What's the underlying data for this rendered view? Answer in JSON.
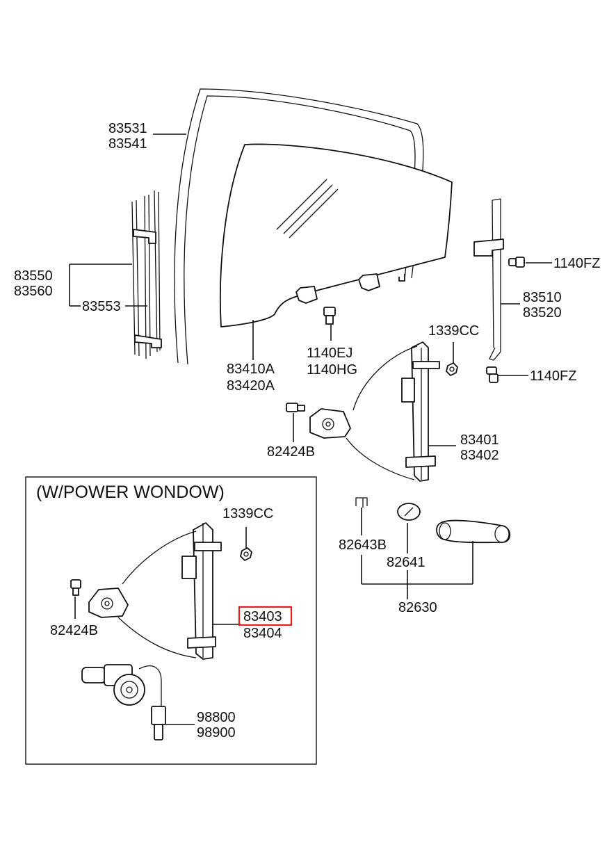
{
  "diagram": {
    "box_title": "(W/POWER WONDOW)",
    "highlight_color": "#e02020",
    "labels": {
      "p83531": "83531",
      "p83541": "83541",
      "p83550": "83550",
      "p83560": "83560",
      "p83553": "83553",
      "p83410A": "83410A",
      "p83420A": "83420A",
      "p1140EJ": "1140EJ",
      "p1140HG": "1140HG",
      "p1140FZ_top": "1140FZ",
      "p83510": "83510",
      "p83520": "83520",
      "p1339CC_top": "1339CC",
      "p1140FZ_bottom": "1140FZ",
      "p83401": "83401",
      "p83402": "83402",
      "p82424B_top": "82424B",
      "p82643B": "82643B",
      "p82641": "82641",
      "p82630": "82630",
      "p1339CC_box": "1339CC",
      "p82424B_box": "82424B",
      "p83403": "83403",
      "p83404": "83404",
      "p98800": "98800",
      "p98900": "98900"
    }
  }
}
